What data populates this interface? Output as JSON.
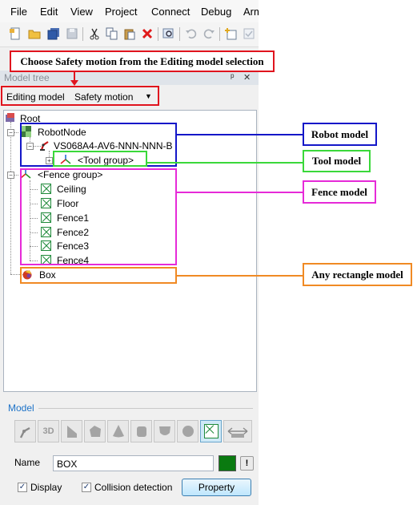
{
  "menu": {
    "items": [
      "File",
      "Edit",
      "View",
      "Project",
      "Connect",
      "Debug",
      "Arm"
    ]
  },
  "panel": {
    "title": "Model tree",
    "pin_glyph": "ᵖ",
    "close_glyph": "✕"
  },
  "editing_model": {
    "label": "Editing model",
    "value": "Safety motion"
  },
  "tree": {
    "root": "Root",
    "robot_node": "RobotNode",
    "robot": "VS068A4-AV6-NNN-NNN-B",
    "tool_group": "<Tool group>",
    "fence_group": "<Fence group>",
    "fences": [
      "Ceiling",
      "Floor",
      "Fence1",
      "Fence2",
      "Fence3",
      "Fence4"
    ],
    "box": "Box"
  },
  "annotations": {
    "instruction": "Choose Safety motion from the Editing model selection",
    "robot_model": "Robot model",
    "tool_model": "Tool model",
    "fence_model": "Fence model",
    "rect_model": "Any rectangle model"
  },
  "model_section": {
    "header": "Model",
    "name_label": "Name",
    "name_value": "BOX",
    "name_color": "#0a7a10",
    "excl_button": "!",
    "display_label": "Display",
    "display_checked": true,
    "collision_label": "Collision detection",
    "collision_checked": true,
    "property_button": "Property"
  },
  "colors": {
    "instruction_box": "#e0141e",
    "robot_box": "#1417c8",
    "tool_box": "#3ad83a",
    "fence_box": "#e62ad8",
    "rect_box": "#f08a24",
    "model_header": "#1e73c8"
  }
}
